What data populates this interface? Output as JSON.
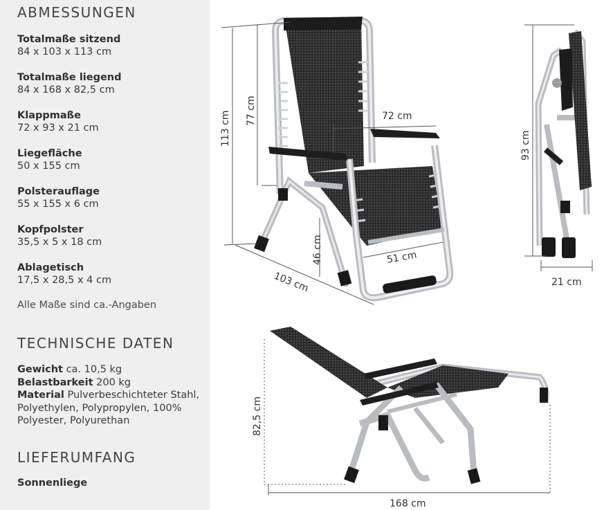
{
  "dimensions": {
    "heading": "ABMESSUNGEN",
    "items": [
      {
        "label": "Totalmaße sitzend",
        "value": "84 x 103 x 113 cm"
      },
      {
        "label": "Totalmaße liegend",
        "value": "84 x 168 x 82,5 cm"
      },
      {
        "label": "Klappmaße",
        "value": "72 x 93 x 21 cm"
      },
      {
        "label": "Liegefläche",
        "value": "50 x 155 cm"
      },
      {
        "label": "Polsterauflage",
        "value": "55 x 155 x 6 cm"
      },
      {
        "label": "Kopfpolster",
        "value": "35,5 x 5 x 18 cm"
      },
      {
        "label": "Ablagetisch",
        "value": "17,5 x 28,5 x 4 cm"
      }
    ],
    "note": "Alle Maße sind ca.-Angaben"
  },
  "technical": {
    "heading": "TECHNISCHE DATEN",
    "weight_label": "Gewicht",
    "weight_value": "ca. 10,5 kg",
    "load_label": "Belastbarkeit",
    "load_value": "200 kg",
    "material_label": "Material",
    "material_value": "Pulverbeschichteter Stahl, Polyethylen, Polypropylen, 100% Polyester, Polyurethan"
  },
  "delivery": {
    "heading": "LIEFERUMFANG",
    "item": "Sonnenliege"
  },
  "diagram": {
    "seated": {
      "height": "113 cm",
      "backrest": "77 cm",
      "width": "72 cm",
      "seat_height": "46 cm",
      "seat_width": "51 cm",
      "depth": "103 cm"
    },
    "folded": {
      "height": "93 cm",
      "depth": "21 cm"
    },
    "reclined": {
      "height": "82,5 cm",
      "length": "168 cm"
    }
  }
}
